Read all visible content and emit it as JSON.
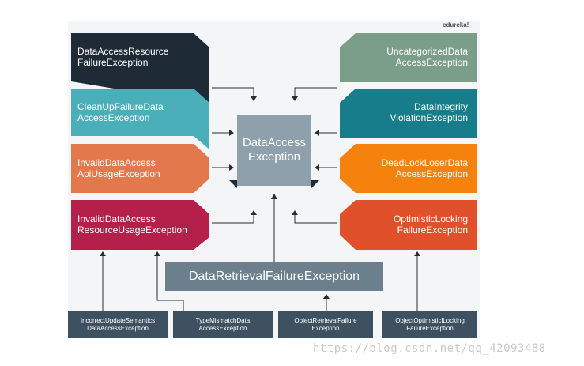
{
  "brand": "edureka!",
  "center": {
    "line1": "DataAccess",
    "line2": "Exception"
  },
  "left_boxes": [
    {
      "line1": "DataAccessResource",
      "line2": "FailureException",
      "color": "#1e2a36"
    },
    {
      "line1": "CleanUpFailureData",
      "line2": "AccessException",
      "color": "#4aafb9"
    },
    {
      "line1": "InvalidDataAccess",
      "line2": "ApiUsageException",
      "color": "#e3784d"
    },
    {
      "line1": "InvalidDataAccess",
      "line2": "ResourceUsageException",
      "color": "#b5204b"
    }
  ],
  "right_boxes": [
    {
      "line1": "UncategorizedData",
      "line2": "AccessException",
      "color": "#7b9e89"
    },
    {
      "line1": "DataIntegrity",
      "line2": "ViolationException",
      "color": "#177d8a"
    },
    {
      "line1": "DeadLockLoserData",
      "line2": "AccessException",
      "color": "#f5820d"
    },
    {
      "line1": "OptimisticLocking",
      "line2": "FailureException",
      "color": "#e0512b"
    }
  ],
  "retrieval": "DataRetrievalFailureException",
  "bottom_boxes": [
    {
      "line1": "IncorrectUpdateSemantics",
      "line2": "DataAccessException"
    },
    {
      "line1": "TypeMismatchData",
      "line2": "AccessException"
    },
    {
      "line1": "ObjectRetrievalFailure",
      "line2": "Exception"
    },
    {
      "line1": "ObjectOptimisticlLocking",
      "line2": "FailureException"
    }
  ],
  "colors": {
    "center": "#8fa0ad",
    "retrieval": "#6b7f8c",
    "bottom": "#3d5160",
    "arrow": "#2b2b2b",
    "background_panel": "#f4f5f6"
  },
  "watermark": "https://blog.csdn.net/qq_42093488"
}
